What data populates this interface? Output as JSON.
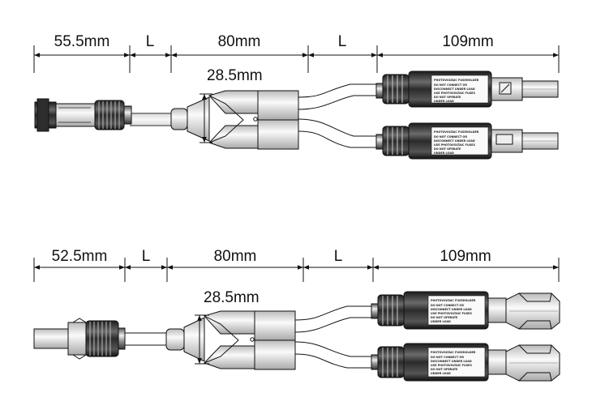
{
  "diagram_top": {
    "dimensions": [
      "55.5mm",
      "L",
      "80mm",
      "L",
      "109mm"
    ],
    "splitter_width": "28.5mm",
    "fuse_warning_lines": [
      "PHOTOVOLTAIC FUSEHOLDER",
      "DO NOT CONNECT OR",
      "DISCONNECT UNDER LOAD",
      "USE PHOTOVOLTAIC FUSES",
      "DO NOT OPERATE",
      "UNDER LOAD"
    ]
  },
  "diagram_bottom": {
    "dimensions": [
      "52.5mm",
      "L",
      "80mm",
      "L",
      "109mm"
    ],
    "splitter_width": "28.5mm",
    "fuse_warning_lines": [
      "PHOTOVOLTAIC FUSEHOLDER",
      "DO NOT CONNECT OR",
      "DISCONNECT UNDER LOAD",
      "USE PHOTOVOLTAIC FUSES",
      "DO NOT OPERATE",
      "UNDER LOAD"
    ]
  },
  "colors": {
    "line": "#111111",
    "body_dark": "#2a2a2a",
    "body_mid": "#6a6a6a",
    "body_light": "#d8d8d8"
  }
}
